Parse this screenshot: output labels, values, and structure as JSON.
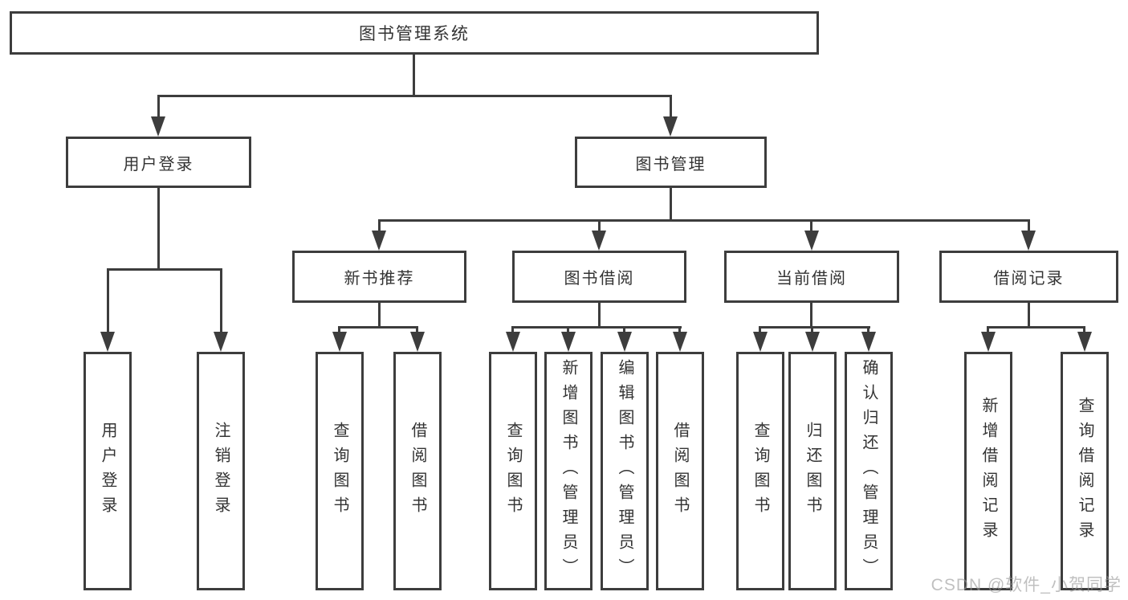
{
  "diagram": {
    "type": "hierarchy-tree",
    "tree": {
      "root": {
        "label": "图书管理系统",
        "children": [
          {
            "label": "用户登录",
            "children": [
              {
                "label": "用户登录"
              },
              {
                "label": "注销登录"
              }
            ]
          },
          {
            "label": "图书管理",
            "children": [
              {
                "label": "新书推荐",
                "children": [
                  {
                    "label": "查询图书"
                  },
                  {
                    "label": "借阅图书"
                  }
                ]
              },
              {
                "label": "图书借阅",
                "children": [
                  {
                    "label": "查询图书"
                  },
                  {
                    "label": "新增图书（管理员）"
                  },
                  {
                    "label": "编辑图书（管理员）"
                  },
                  {
                    "label": "借阅图书"
                  }
                ]
              },
              {
                "label": "当前借阅",
                "children": [
                  {
                    "label": "查询图书"
                  },
                  {
                    "label": "归还图书"
                  },
                  {
                    "label": "确认归还（管理员）"
                  }
                ]
              },
              {
                "label": "借阅记录",
                "children": [
                  {
                    "label": "新增借阅记录"
                  },
                  {
                    "label": "查询借阅记录"
                  }
                ]
              }
            ]
          }
        ]
      }
    },
    "colors": {
      "line": "#3d3d3d",
      "box_border": "#3d3d3d",
      "text": "#333333",
      "background": "#ffffff",
      "watermark": "#9a9a9a"
    }
  },
  "watermark": {
    "text": "CSDN @软件_小贺同学"
  }
}
